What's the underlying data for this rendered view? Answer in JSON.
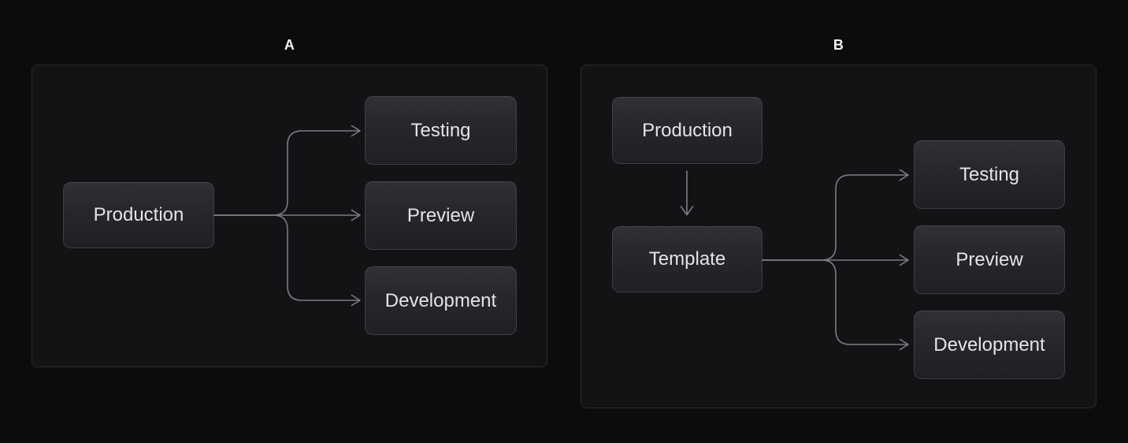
{
  "page": {
    "background_color": "#0c0c0d",
    "panel_background_color": "#131316",
    "panel_border_color": "#2c2c30",
    "node_background_top": "#303035",
    "node_background_bottom": "#202024",
    "node_border_color": "#3e3e44",
    "node_text_color": "#e4e4e6",
    "arrow_color": "#797d82",
    "label_text_color": "#f2f2f3"
  },
  "diagrams": [
    {
      "label": "A",
      "nodes": [
        {
          "id": "production",
          "label": "Production"
        },
        {
          "id": "testing",
          "label": "Testing"
        },
        {
          "id": "preview",
          "label": "Preview"
        },
        {
          "id": "development",
          "label": "Development"
        }
      ],
      "edges": [
        {
          "from": "Production",
          "to": "Testing"
        },
        {
          "from": "Production",
          "to": "Preview"
        },
        {
          "from": "Production",
          "to": "Development"
        }
      ]
    },
    {
      "label": "B",
      "nodes": [
        {
          "id": "production",
          "label": "Production"
        },
        {
          "id": "template",
          "label": "Template"
        },
        {
          "id": "testing",
          "label": "Testing"
        },
        {
          "id": "preview",
          "label": "Preview"
        },
        {
          "id": "development",
          "label": "Development"
        }
      ],
      "edges": [
        {
          "from": "Production",
          "to": "Template"
        },
        {
          "from": "Template",
          "to": "Testing"
        },
        {
          "from": "Template",
          "to": "Preview"
        },
        {
          "from": "Template",
          "to": "Development"
        }
      ]
    }
  ]
}
